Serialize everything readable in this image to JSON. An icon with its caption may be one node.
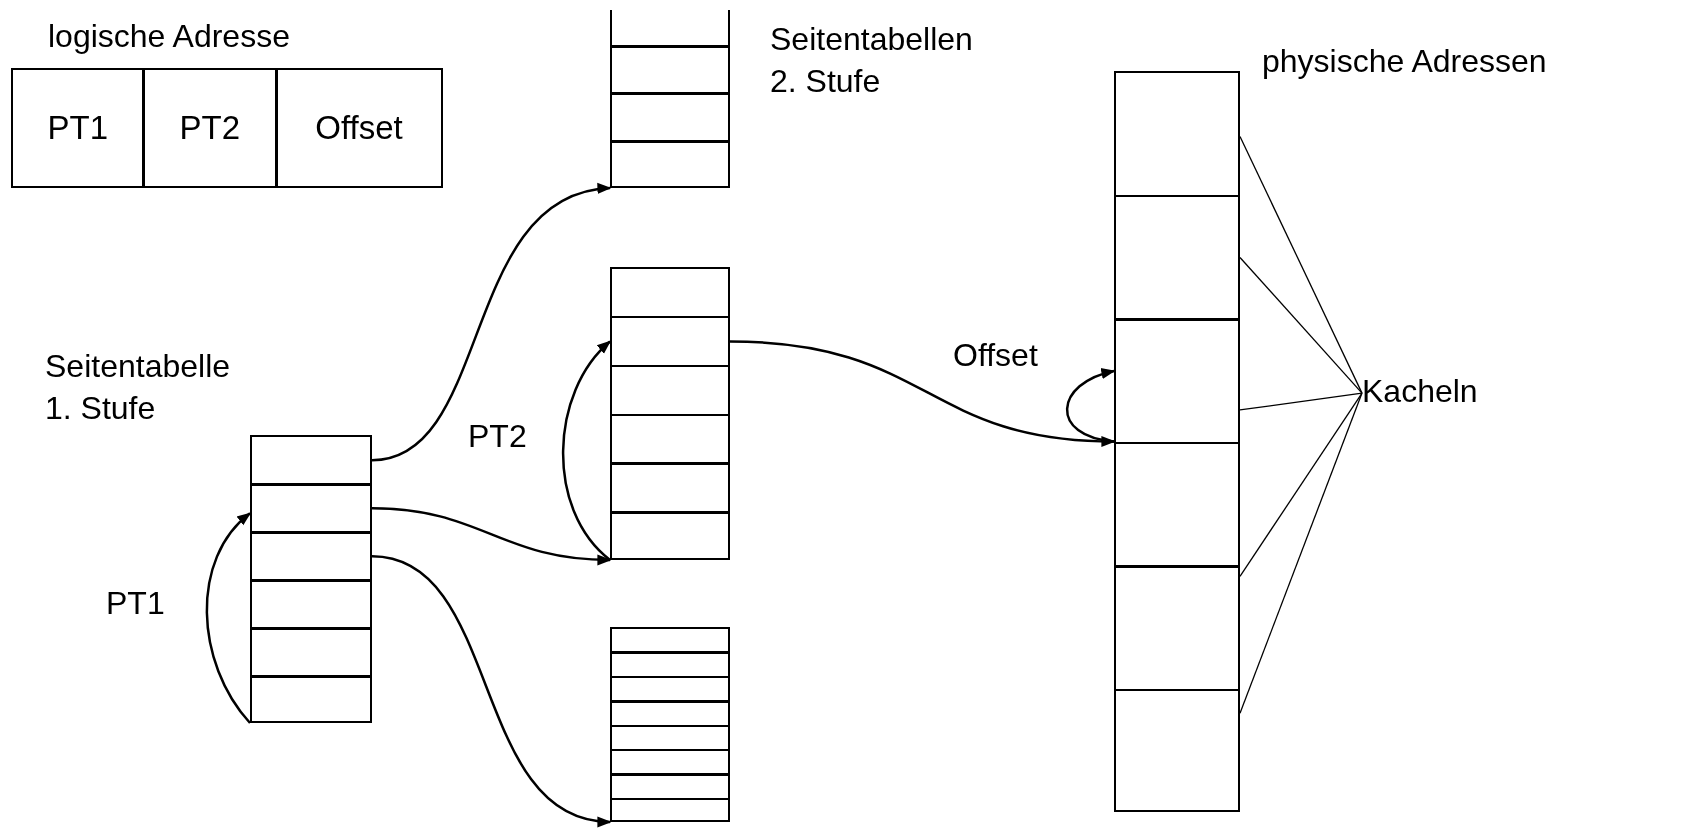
{
  "diagram": {
    "nodes": [
      {
        "text": [
          "logische Adresse"
        ]
      },
      {
        "text": [
          "PT1"
        ],
        "in": 0
      },
      {
        "text": [
          "PT2"
        ],
        "in": 0
      },
      {
        "text": [
          "Offset"
        ],
        "in": 0
      },
      {
        "text": [
          "Seitentabelle 1. Stufe"
        ]
      },
      {
        "text": [],
        "shape": "box",
        "in": 4
      },
      {
        "text": [],
        "shape": "box",
        "in": 4
      },
      {
        "text": [],
        "shape": "box",
        "in": 4
      },
      {
        "text": [],
        "shape": "box",
        "in": 4
      },
      {
        "text": [],
        "shape": "box",
        "in": 4
      },
      {
        "text": [],
        "shape": "box",
        "in": 4
      },
      {
        "text": [
          "Seitentabellen 2. Stufe"
        ]
      },
      {
        "text": [],
        "shape": "box",
        "in": 11
      },
      {
        "text": [],
        "shape": "box",
        "in": 11
      },
      {
        "text": [],
        "shape": "box",
        "in": 11
      },
      {
        "text": [],
        "shape": "box",
        "in": 11
      },
      {
        "text": [],
        "shape": "box"
      },
      {
        "text": [],
        "shape": "box",
        "in": 16
      },
      {
        "text": [],
        "shape": "box",
        "in": 16
      },
      {
        "text": [],
        "shape": "box",
        "in": 16
      },
      {
        "text": [],
        "shape": "box",
        "in": 16
      },
      {
        "text": [],
        "shape": "box",
        "in": 16
      },
      {
        "text": [],
        "shape": "box",
        "in": 16
      },
      {
        "text": [],
        "shape": "box"
      },
      {
        "text": [],
        "shape": "box",
        "in": 23
      },
      {
        "text": [],
        "shape": "box",
        "in": 23
      },
      {
        "text": [],
        "shape": "box",
        "in": 23
      },
      {
        "text": [],
        "shape": "box",
        "in": 23
      },
      {
        "text": [],
        "shape": "box",
        "in": 23
      },
      {
        "text": [],
        "shape": "box",
        "in": 23
      },
      {
        "text": [],
        "shape": "box",
        "in": 23
      },
      {
        "text": [],
        "shape": "box",
        "in": 23
      },
      {
        "text": [
          "physische Adressen"
        ]
      },
      {
        "text": [],
        "shape": "box",
        "in": 32
      },
      {
        "text": [],
        "shape": "box",
        "in": 32
      },
      {
        "text": [],
        "shape": "box",
        "in": 32
      },
      {
        "text": [],
        "shape": "box",
        "in": 32
      },
      {
        "text": [],
        "shape": "box",
        "in": 32
      },
      {
        "text": [],
        "shape": "box",
        "in": 32
      },
      {
        "text": [
          "Kacheln"
        ]
      }
    ],
    "edges": [
      {
        "from": 10,
        "to": 6,
        "arrow": "to",
        "label": "PT1"
      },
      {
        "from": 5,
        "to": 11,
        "arrow": "to"
      },
      {
        "from": 6,
        "to": 16,
        "arrow": "to"
      },
      {
        "from": 7,
        "to": 23,
        "arrow": "to"
      },
      {
        "from": 22,
        "to": 18,
        "arrow": "to",
        "label": "PT2"
      },
      {
        "from": 18,
        "to": 36,
        "arrow": "to"
      },
      {
        "from": 36,
        "to": 35,
        "arrow": "to",
        "label": "Offset"
      },
      {
        "from": 39,
        "to": 33,
        "arrow": "none"
      },
      {
        "from": 39,
        "to": 34,
        "arrow": "none"
      },
      {
        "from": 39,
        "to": 35,
        "arrow": "none"
      },
      {
        "from": 39,
        "to": 37,
        "arrow": "none"
      },
      {
        "from": 39,
        "to": 38,
        "arrow": "none"
      }
    ]
  }
}
